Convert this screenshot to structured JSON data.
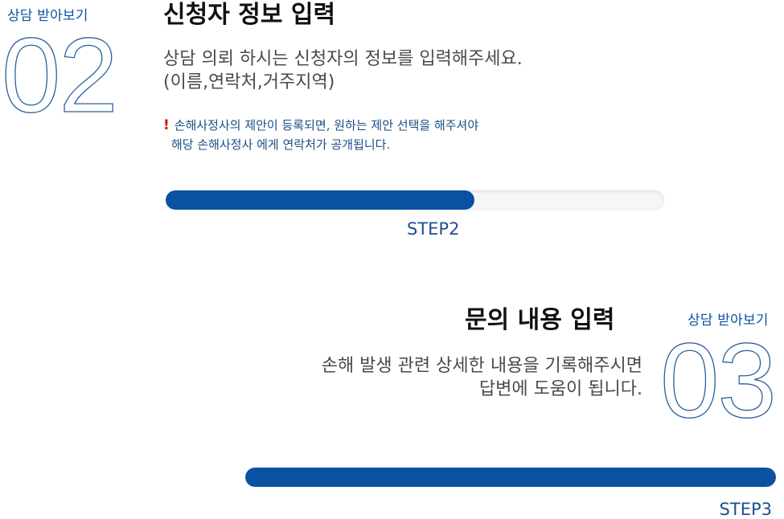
{
  "step2": {
    "kicker": "상담 받아보기",
    "number": "02",
    "title": "신청자 정보 입력",
    "desc_line1": "상담 의뢰 하시는 신청자의 정보를 입력해주세요.",
    "desc_line2": "(이름,연락처,거주지역)",
    "notice_icon": "exclamation-icon",
    "notice_line1": "손해사정사의 제안이 등록되면, 원하는 제안 선택을 해주셔야",
    "notice_line2": "해당 손해사정사 에게 연락처가 공개됩니다.",
    "progress": 0.62,
    "step_label": "STEP2"
  },
  "step3": {
    "kicker": "상담 받아보기",
    "number": "03",
    "title": "문의 내용 입력",
    "desc_line1": "손해 발생 관련 상세한 내용을 기록해주시면",
    "desc_line2": "답변에 도움이 됩니다.",
    "progress": 1.0,
    "step_label": "STEP3"
  },
  "colors": {
    "accent": "#0a51a2",
    "warning": "#e00000"
  }
}
